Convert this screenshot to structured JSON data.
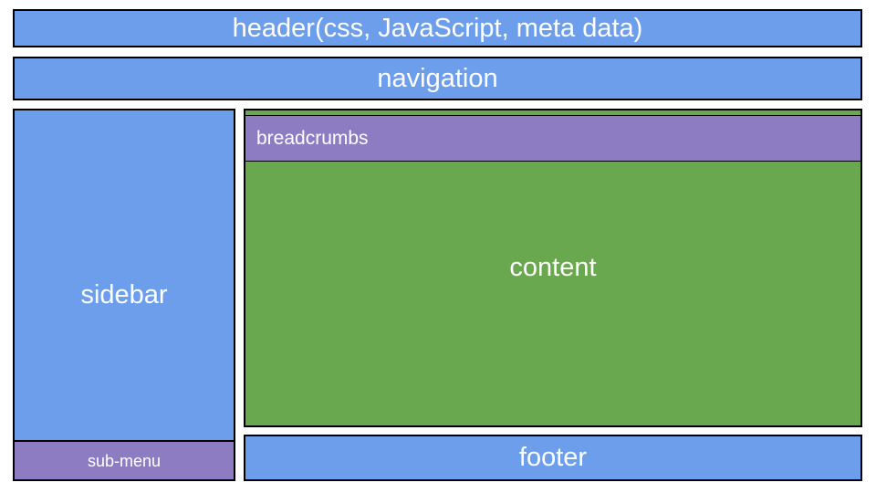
{
  "diagram": {
    "type": "webpage-layout-wireframe",
    "blocks": {
      "header": {
        "label": "header(css, JavaScript, meta data)"
      },
      "navigation": {
        "label": "navigation"
      },
      "sidebar": {
        "label": "sidebar"
      },
      "sub_menu": {
        "label": "sub-menu"
      },
      "breadcrumbs": {
        "label": "breadcrumbs"
      },
      "content": {
        "label": "content"
      },
      "footer": {
        "label": "footer"
      }
    },
    "colors": {
      "block_blue": "#6d9eeb",
      "block_green": "#6aa84f",
      "block_purple": "#8e7cc3",
      "border": "#000000",
      "label_text": "#ffffff",
      "background": "#ffffff"
    }
  }
}
